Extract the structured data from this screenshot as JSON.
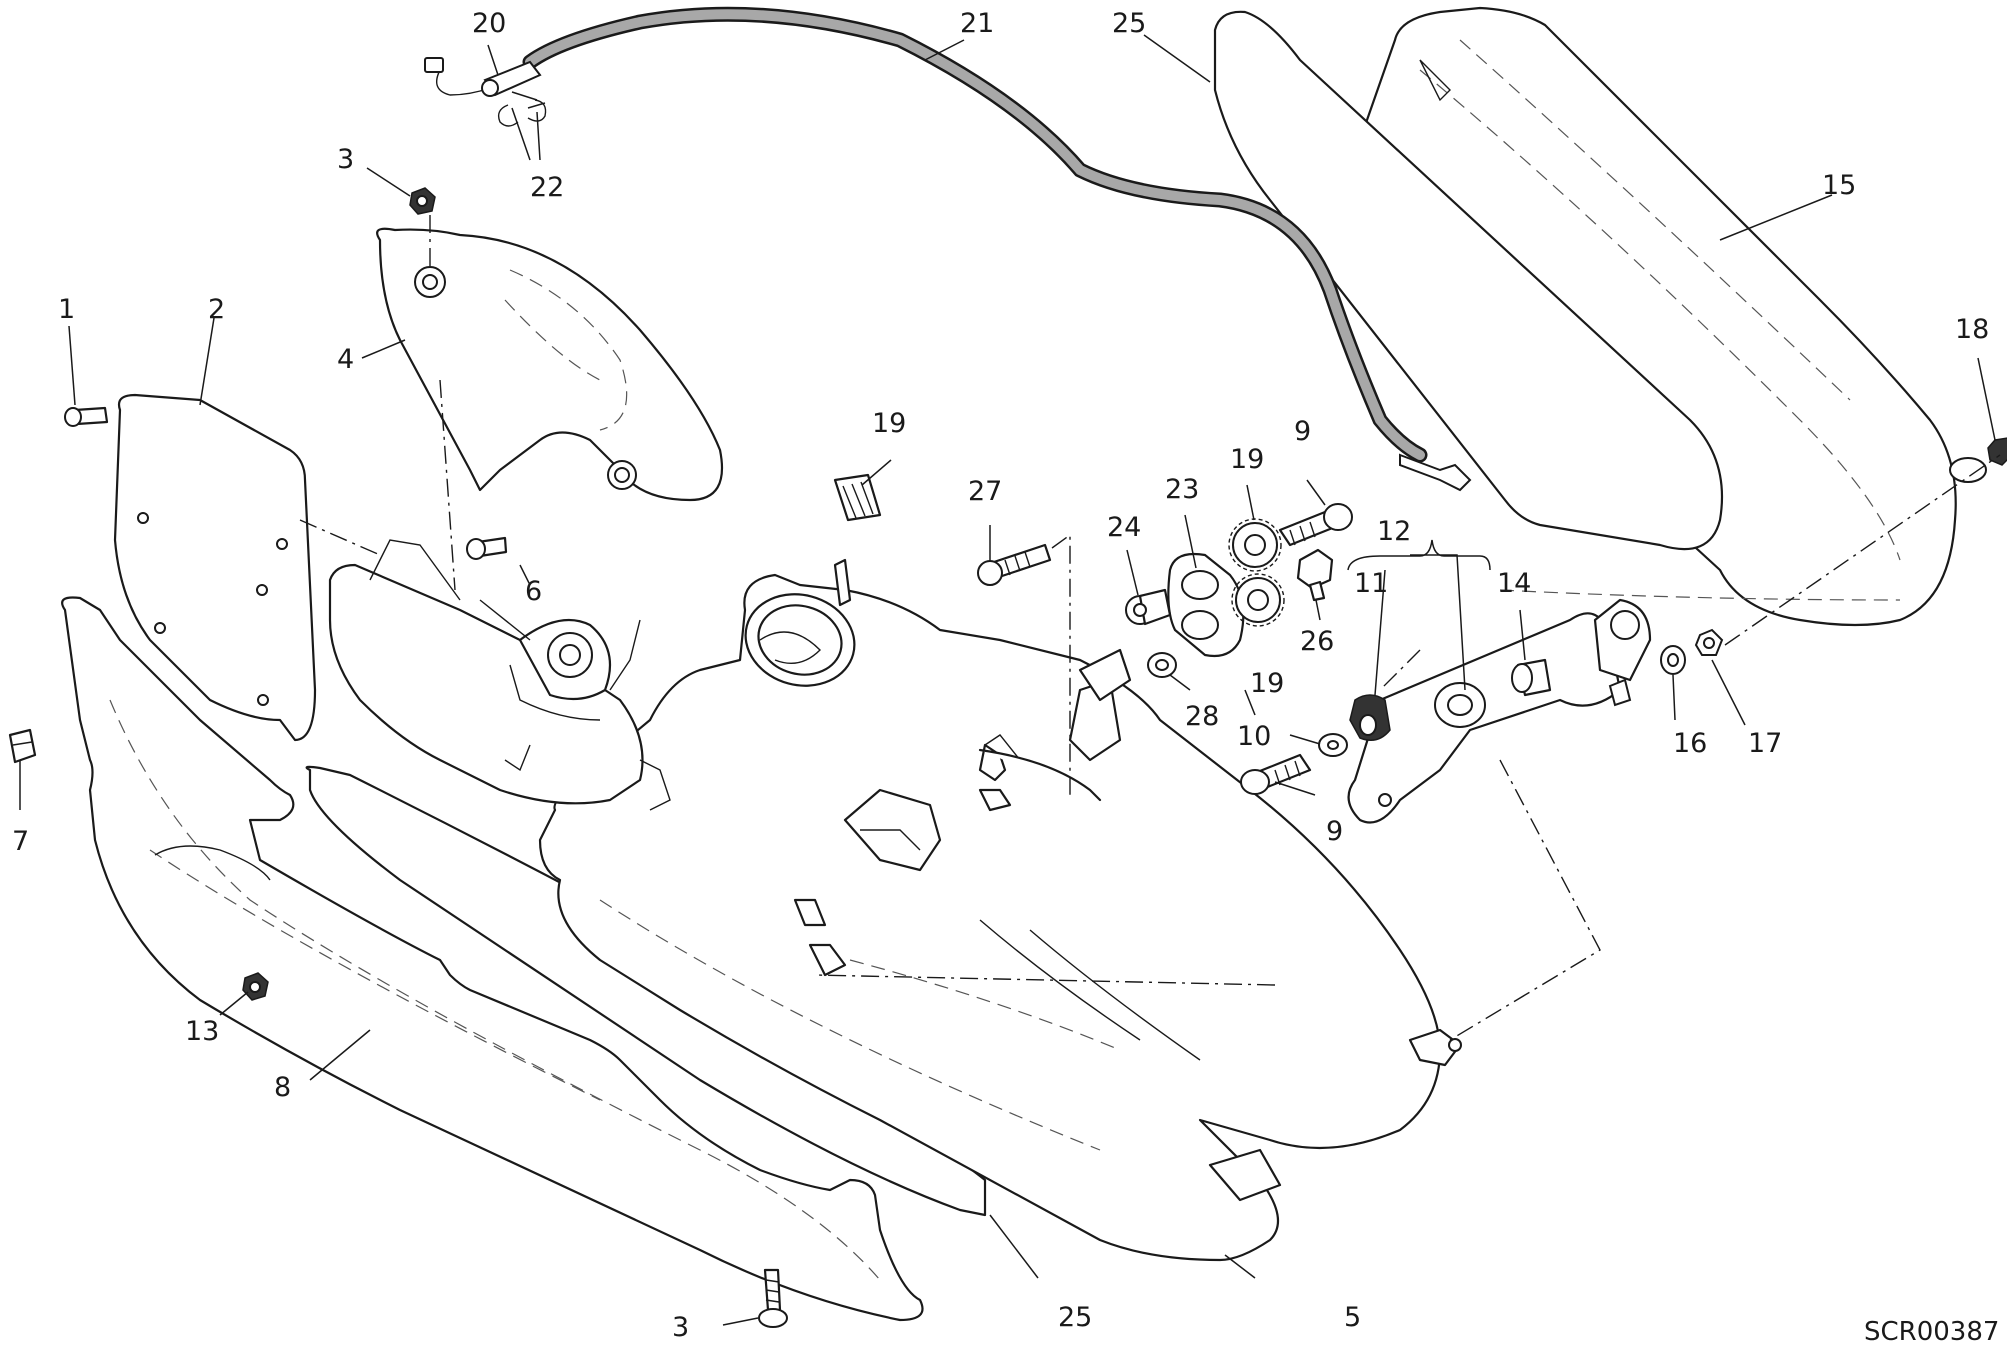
{
  "diagram_code": "SCR00387",
  "callouts": {
    "c1": "1",
    "c2": "2",
    "c3a": "3",
    "c3b": "3",
    "c4": "4",
    "c5": "5",
    "c6": "6",
    "c7": "7",
    "c8": "8",
    "c9a": "9",
    "c9b": "9",
    "c10": "10",
    "c11": "11",
    "c12": "12",
    "c13": "13",
    "c14": "14",
    "c15": "15",
    "c16": "16",
    "c17": "17",
    "c18": "18",
    "c19a": "19",
    "c19b": "19",
    "c19c": "19",
    "c20": "20",
    "c21": "21",
    "c22": "22",
    "c23": "23",
    "c24": "24",
    "c25a": "25",
    "c25b": "25",
    "c26": "26",
    "c27": "27",
    "c28": "28"
  }
}
